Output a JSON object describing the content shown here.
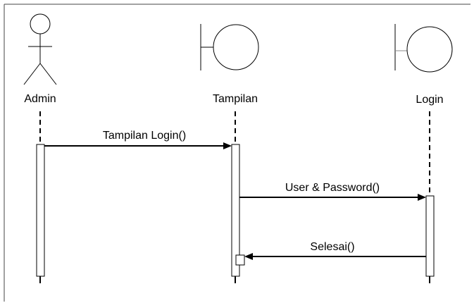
{
  "diagram": {
    "type": "sequence",
    "participants": [
      {
        "id": "admin",
        "kind": "actor",
        "name": "Admin"
      },
      {
        "id": "tampilan",
        "kind": "boundary",
        "name": "Tampilan"
      },
      {
        "id": "login",
        "kind": "boundary",
        "name": "Login"
      }
    ],
    "messages": [
      {
        "from": "admin",
        "to": "tampilan",
        "label": "Tampilan Login()"
      },
      {
        "from": "tampilan",
        "to": "login",
        "label": "User & Password()"
      },
      {
        "from": "login",
        "to": "tampilan",
        "label": "Selesai()"
      }
    ]
  }
}
